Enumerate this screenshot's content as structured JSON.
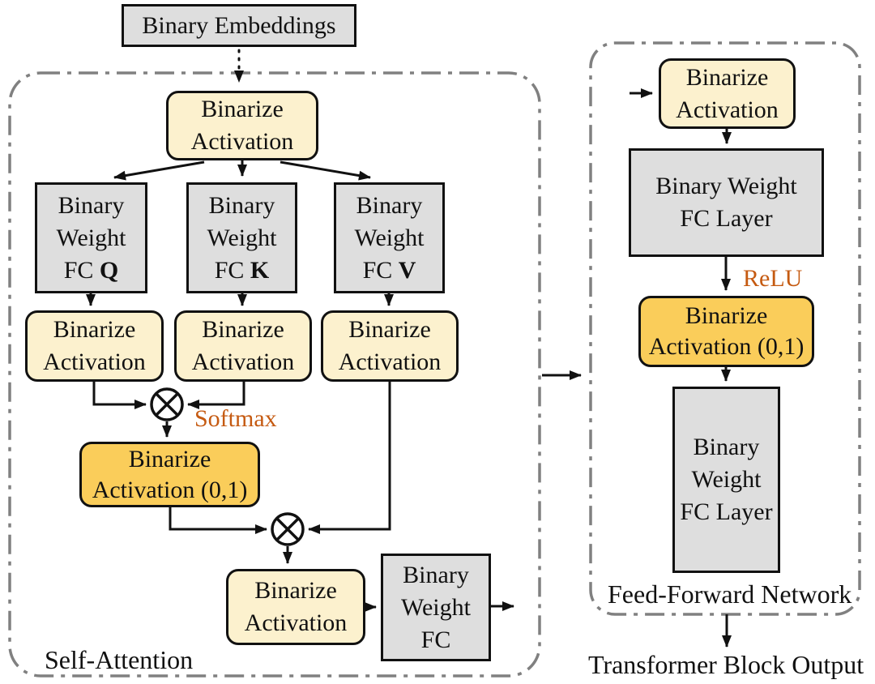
{
  "colors": {
    "box_gray": "#DEDEDE",
    "box_cream": "#FCF1CE",
    "box_gold": "#FACD5A",
    "accent_orange": "#C55A11",
    "dash_gray": "#808080",
    "line_black": "#111111"
  },
  "icons": {
    "matmul": "⊗"
  },
  "embeddings": {
    "label": "Binary Embeddings"
  },
  "self_attention": {
    "panel_label": "Self-Attention",
    "binarize_top": {
      "line1": "Binarize",
      "line2": "Activation"
    },
    "fc_q": {
      "line1": "Binary",
      "line2": "Weight",
      "line3": "FC",
      "head": "Q"
    },
    "fc_k": {
      "line1": "Binary",
      "line2": "Weight",
      "line3": "FC",
      "head": "K"
    },
    "fc_v": {
      "line1": "Binary",
      "line2": "Weight",
      "line3": "FC",
      "head": "V"
    },
    "binarize_q": {
      "line1": "Binarize",
      "line2": "Activation"
    },
    "binarize_k": {
      "line1": "Binarize",
      "line2": "Activation"
    },
    "binarize_v": {
      "line1": "Binarize",
      "line2": "Activation"
    },
    "softmax_label": "Softmax",
    "binarize_01": {
      "line1": "Binarize",
      "line2": "Activation (0,1)"
    },
    "binarize_out": {
      "line1": "Binarize",
      "line2": "Activation"
    },
    "fc_out": {
      "line1": "Binary",
      "line2": "Weight",
      "line3": "FC"
    }
  },
  "ffn": {
    "panel_label": "Feed-Forward Network",
    "binarize_in": {
      "line1": "Binarize",
      "line2": "Activation"
    },
    "fc_layer1": {
      "line1": "Binary Weight",
      "line2": "FC Layer"
    },
    "relu_label": "ReLU",
    "binarize_01": {
      "line1": "Binarize",
      "line2": "Activation (0,1)"
    },
    "fc_layer2": {
      "line1": "Binary",
      "line2": "Weight",
      "line3": "FC Layer"
    }
  },
  "output_label": "Transformer Block Output"
}
